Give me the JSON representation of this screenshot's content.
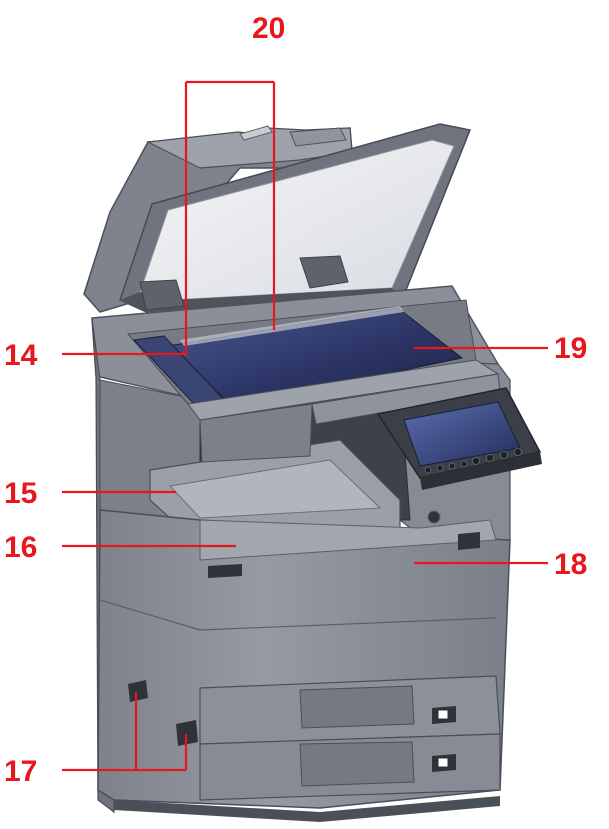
{
  "diagram": {
    "callouts": [
      {
        "id": "14",
        "label": "14"
      },
      {
        "id": "15",
        "label": "15"
      },
      {
        "id": "16",
        "label": "16"
      },
      {
        "id": "17",
        "label": "17"
      },
      {
        "id": "18",
        "label": "18"
      },
      {
        "id": "19",
        "label": "19"
      },
      {
        "id": "20",
        "label": "20"
      }
    ],
    "colors": {
      "callout": "#e8171e",
      "body": "#8a8f99",
      "body_dark": "#5f646d",
      "glass": "#2b3560",
      "panel": "#3a3f48"
    }
  }
}
